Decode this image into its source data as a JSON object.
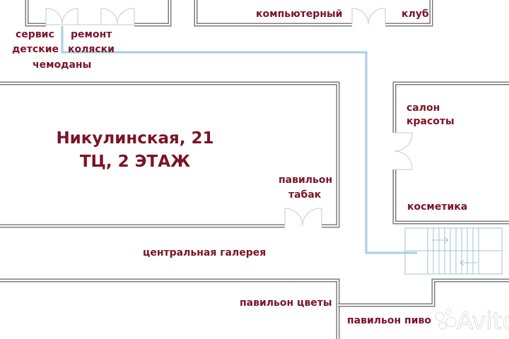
{
  "title": {
    "line1": "Никулинская, 21",
    "line2": "ТЦ, 2 ЭТАЖ"
  },
  "labels": {
    "service1": "сервис",
    "service2": "детские",
    "service3": "чемоданы",
    "repair1": "ремонт",
    "repair2": "коляски",
    "club1": "компьютерный",
    "club2": "клуб",
    "salon1": "салон",
    "salon2": "красоты",
    "cosmetics": "косметика",
    "tobacco1": "павильон",
    "tobacco2": "табак",
    "gallery": "центральная галерея",
    "flowers": "павильон цветы",
    "beer": "павильон пиво"
  },
  "watermark": "Avito",
  "colors": {
    "label": "#7a1426",
    "route": "#a9cfe6",
    "wall": "#7d7d7d"
  }
}
